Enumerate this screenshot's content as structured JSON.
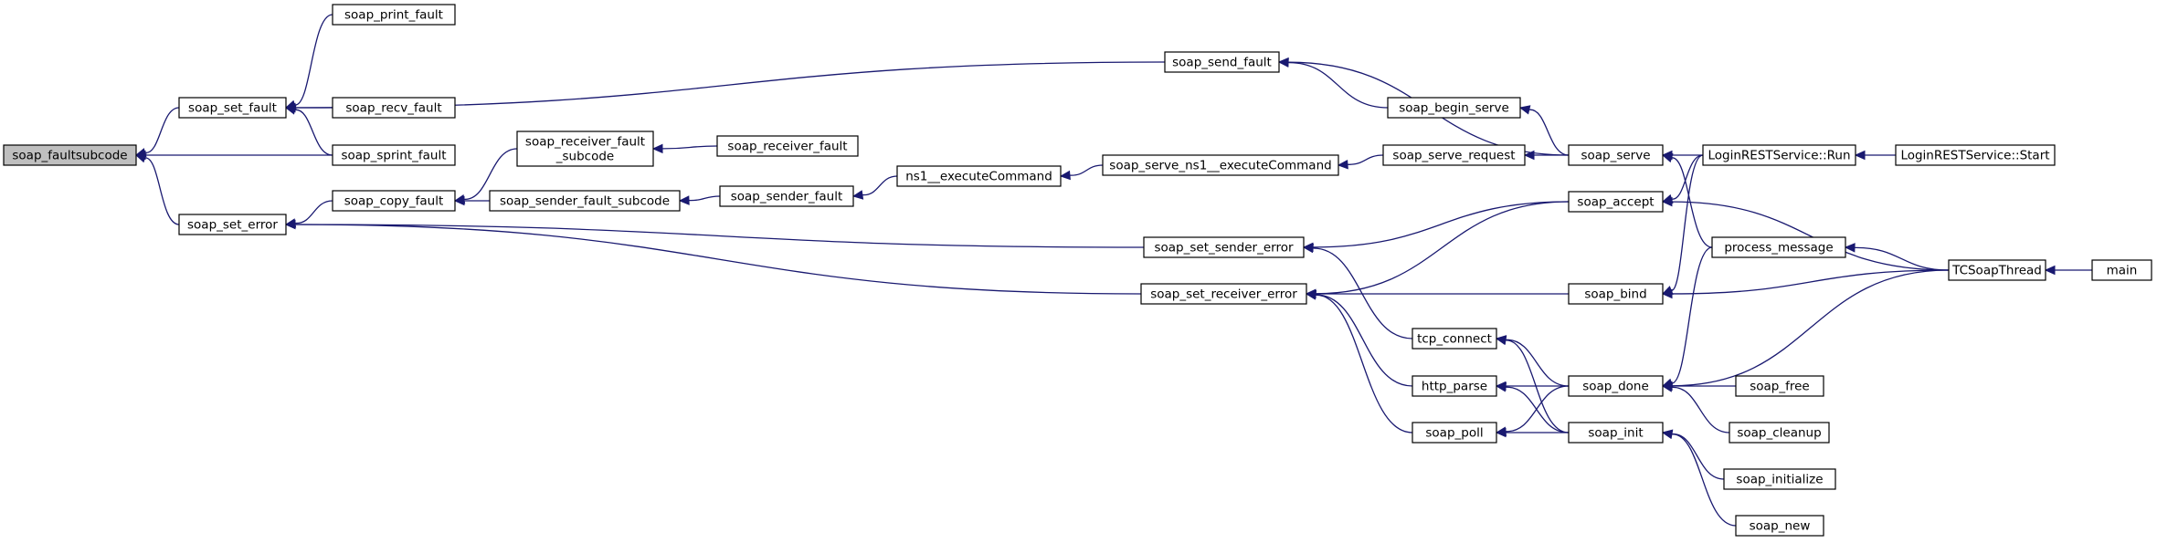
{
  "graph": {
    "nodes": [
      {
        "id": "soap_faultsubcode",
        "lines": [
          "soap_faultsubcode"
        ],
        "root": true
      },
      {
        "id": "soap_set_fault",
        "lines": [
          "soap_set_fault"
        ]
      },
      {
        "id": "soap_set_error",
        "lines": [
          "soap_set_error"
        ]
      },
      {
        "id": "soap_print_fault",
        "lines": [
          "soap_print_fault"
        ]
      },
      {
        "id": "soap_recv_fault",
        "lines": [
          "soap_recv_fault"
        ]
      },
      {
        "id": "soap_sprint_fault",
        "lines": [
          "soap_sprint_fault"
        ]
      },
      {
        "id": "soap_copy_fault",
        "lines": [
          "soap_copy_fault"
        ]
      },
      {
        "id": "soap_receiver_fault_subcode",
        "lines": [
          "soap_receiver_fault",
          "_subcode"
        ]
      },
      {
        "id": "soap_sender_fault_subcode",
        "lines": [
          "soap_sender_fault_subcode"
        ]
      },
      {
        "id": "soap_receiver_fault",
        "lines": [
          "soap_receiver_fault"
        ]
      },
      {
        "id": "soap_sender_fault",
        "lines": [
          "soap_sender_fault"
        ]
      },
      {
        "id": "ns1__executeCommand",
        "lines": [
          "ns1__executeCommand"
        ]
      },
      {
        "id": "soap_serve_ns1__executeCommand",
        "lines": [
          "soap_serve_ns1__executeCommand"
        ]
      },
      {
        "id": "soap_send_fault",
        "lines": [
          "soap_send_fault"
        ]
      },
      {
        "id": "soap_begin_serve",
        "lines": [
          "soap_begin_serve"
        ]
      },
      {
        "id": "soap_serve_request",
        "lines": [
          "soap_serve_request"
        ]
      },
      {
        "id": "soap_serve",
        "lines": [
          "soap_serve"
        ]
      },
      {
        "id": "soap_set_sender_error",
        "lines": [
          "soap_set_sender_error"
        ]
      },
      {
        "id": "soap_set_receiver_error",
        "lines": [
          "soap_set_receiver_error"
        ]
      },
      {
        "id": "soap_accept",
        "lines": [
          "soap_accept"
        ]
      },
      {
        "id": "soap_bind",
        "lines": [
          "soap_bind"
        ]
      },
      {
        "id": "tcp_connect",
        "lines": [
          "tcp_connect"
        ]
      },
      {
        "id": "http_parse",
        "lines": [
          "http_parse"
        ]
      },
      {
        "id": "soap_poll",
        "lines": [
          "soap_poll"
        ]
      },
      {
        "id": "soap_done",
        "lines": [
          "soap_done"
        ]
      },
      {
        "id": "soap_init",
        "lines": [
          "soap_init"
        ]
      },
      {
        "id": "LoginRESTService_Run",
        "lines": [
          "LoginRESTService::Run"
        ]
      },
      {
        "id": "LoginRESTService_Start",
        "lines": [
          "LoginRESTService::Start"
        ]
      },
      {
        "id": "process_message",
        "lines": [
          "process_message"
        ]
      },
      {
        "id": "TCSoapThread",
        "lines": [
          "TCSoapThread"
        ]
      },
      {
        "id": "main",
        "lines": [
          "main"
        ]
      },
      {
        "id": "soap_free",
        "lines": [
          "soap_free"
        ]
      },
      {
        "id": "soap_cleanup",
        "lines": [
          "soap_cleanup"
        ]
      },
      {
        "id": "soap_initialize",
        "lines": [
          "soap_initialize"
        ]
      },
      {
        "id": "soap_new",
        "lines": [
          "soap_new"
        ]
      }
    ],
    "edges": [
      [
        "soap_set_fault",
        "soap_faultsubcode"
      ],
      [
        "soap_sprint_fault",
        "soap_faultsubcode"
      ],
      [
        "soap_set_error",
        "soap_faultsubcode"
      ],
      [
        "soap_print_fault",
        "soap_set_fault"
      ],
      [
        "soap_recv_fault",
        "soap_set_fault"
      ],
      [
        "soap_sprint_fault",
        "soap_set_fault"
      ],
      [
        "soap_send_fault",
        "soap_set_fault"
      ],
      [
        "soap_copy_fault",
        "soap_set_error"
      ],
      [
        "soap_set_sender_error",
        "soap_set_error"
      ],
      [
        "soap_set_receiver_error",
        "soap_set_error"
      ],
      [
        "soap_receiver_fault_subcode",
        "soap_copy_fault"
      ],
      [
        "soap_sender_fault_subcode",
        "soap_copy_fault"
      ],
      [
        "soap_receiver_fault",
        "soap_receiver_fault_subcode"
      ],
      [
        "soap_sender_fault",
        "soap_sender_fault_subcode"
      ],
      [
        "ns1__executeCommand",
        "soap_sender_fault"
      ],
      [
        "soap_serve_ns1__executeCommand",
        "ns1__executeCommand"
      ],
      [
        "soap_serve_request",
        "soap_serve_ns1__executeCommand"
      ],
      [
        "soap_serve",
        "soap_serve_request"
      ],
      [
        "soap_begin_serve",
        "soap_send_fault"
      ],
      [
        "soap_serve",
        "soap_send_fault"
      ],
      [
        "soap_serve",
        "soap_begin_serve"
      ],
      [
        "LoginRESTService_Run",
        "soap_serve"
      ],
      [
        "process_message",
        "soap_serve"
      ],
      [
        "LoginRESTService_Start",
        "LoginRESTService_Run"
      ],
      [
        "soap_accept",
        "soap_set_sender_error"
      ],
      [
        "tcp_connect",
        "soap_set_sender_error"
      ],
      [
        "soap_accept",
        "soap_set_receiver_error"
      ],
      [
        "soap_bind",
        "soap_set_receiver_error"
      ],
      [
        "http_parse",
        "soap_set_receiver_error"
      ],
      [
        "soap_poll",
        "soap_set_receiver_error"
      ],
      [
        "LoginRESTService_Run",
        "soap_accept"
      ],
      [
        "TCSoapThread",
        "soap_accept"
      ],
      [
        "LoginRESTService_Run",
        "soap_bind"
      ],
      [
        "TCSoapThread",
        "soap_bind"
      ],
      [
        "TCSoapThread",
        "process_message"
      ],
      [
        "main",
        "TCSoapThread"
      ],
      [
        "soap_done",
        "tcp_connect"
      ],
      [
        "soap_init",
        "tcp_connect"
      ],
      [
        "soap_done",
        "http_parse"
      ],
      [
        "soap_init",
        "http_parse"
      ],
      [
        "soap_done",
        "soap_poll"
      ],
      [
        "soap_init",
        "soap_poll"
      ],
      [
        "process_message",
        "soap_done"
      ],
      [
        "TCSoapThread",
        "soap_done"
      ],
      [
        "soap_free",
        "soap_done"
      ],
      [
        "soap_cleanup",
        "soap_done"
      ],
      [
        "soap_initialize",
        "soap_init"
      ],
      [
        "soap_new",
        "soap_init"
      ]
    ]
  }
}
